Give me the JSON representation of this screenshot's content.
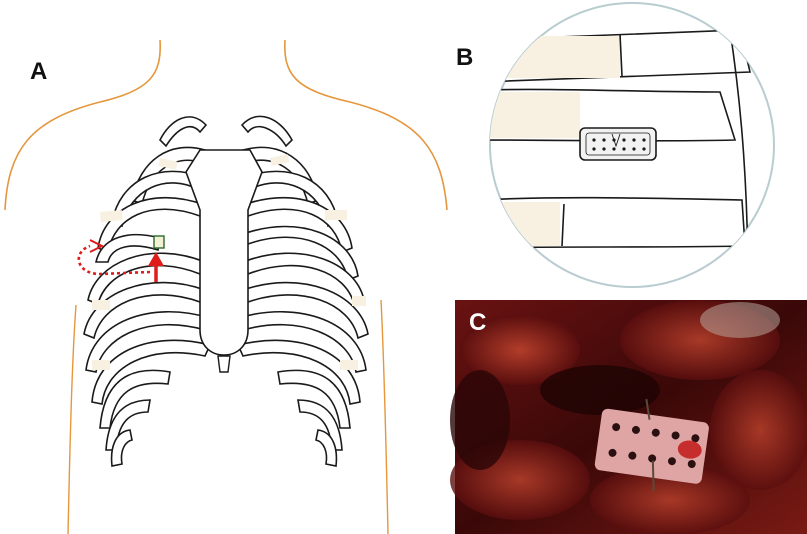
{
  "figure": {
    "panels": [
      {
        "id": "A",
        "label": "A"
      },
      {
        "id": "B",
        "label": "B"
      },
      {
        "id": "C",
        "label": "C"
      }
    ]
  },
  "colors": {
    "skin_outline": "#e5973d",
    "bone_outline": "#1a1a1a",
    "bone_fill": "#ffffff",
    "cartilage_fill": "#f8f0e0",
    "arrow_red": "#e01b1b",
    "magnifier_ring": "#b9ccd0",
    "plate_fill": "#f2f2f2",
    "tissue_dark": "#4a0d0d",
    "tissue_red": "#8c1c1c"
  }
}
